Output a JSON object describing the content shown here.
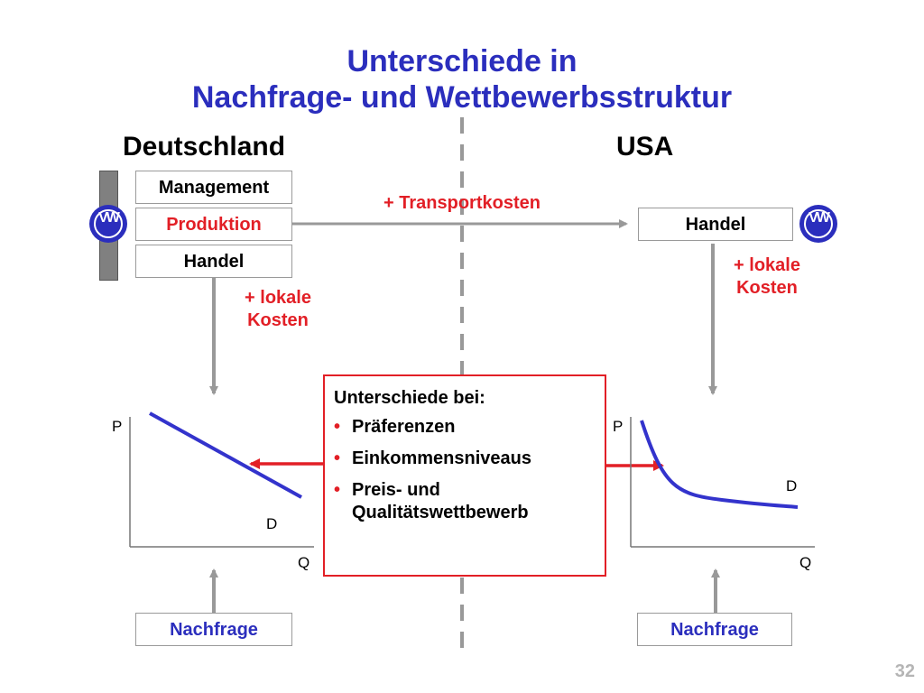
{
  "title": {
    "line1": "Unterschiede in",
    "line2": "Nachfrage- und Wettbewerbsstruktur"
  },
  "left": {
    "heading": "Deutschland",
    "boxes": [
      "Management",
      "Produktion",
      "Handel"
    ],
    "costs_line1": "+ lokale",
    "costs_line2": "Kosten",
    "demand_label": "Nachfrage",
    "chart": {
      "y_axis": "P",
      "x_axis": "Q",
      "curve_label": "D"
    }
  },
  "right": {
    "heading": "USA",
    "box": "Handel",
    "costs_line1": "+ lokale",
    "costs_line2": "Kosten",
    "demand_label": "Nachfrage",
    "chart": {
      "y_axis": "P",
      "x_axis": "Q",
      "curve_label": "D"
    }
  },
  "transport_label": "+ Transportkosten",
  "info": {
    "heading": "Unterschiede bei:",
    "items": [
      {
        "line1": "Präferenzen",
        "line2": ""
      },
      {
        "line1": "Einkommensniveaus",
        "line2": ""
      },
      {
        "line1": "Preis- und",
        "line2": "Qualitätswettbewerb"
      }
    ],
    "bullet": "•"
  },
  "logo_text": "VW",
  "page_number": "32",
  "colors": {
    "title_blue": "#2b2ebd",
    "accent_red": "#e21f26",
    "arrow_gray": "#999999",
    "curve_blue": "#3333cc"
  }
}
